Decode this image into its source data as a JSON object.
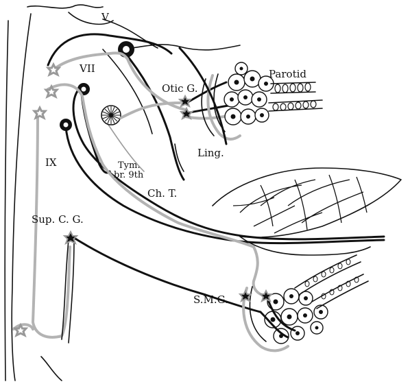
{
  "figure": {
    "labels": {
      "v": "V",
      "vii": "VII",
      "ix": "IX",
      "otic_ganglion": "Otic G.",
      "parotid": "Parotid",
      "lingual": "Ling.",
      "tympanic_line1": "Tym.",
      "tympanic_line2": "br. 9th",
      "chorda_tympani": "Ch. T.",
      "superior_cervical_ganglion": "Sup. C. G.",
      "submaxillary_ganglion": "S.M.G."
    },
    "colors": {
      "ink": "#111111",
      "sympathetic_fiber": "#b3b3b3",
      "paper": "#ffffff"
    }
  }
}
